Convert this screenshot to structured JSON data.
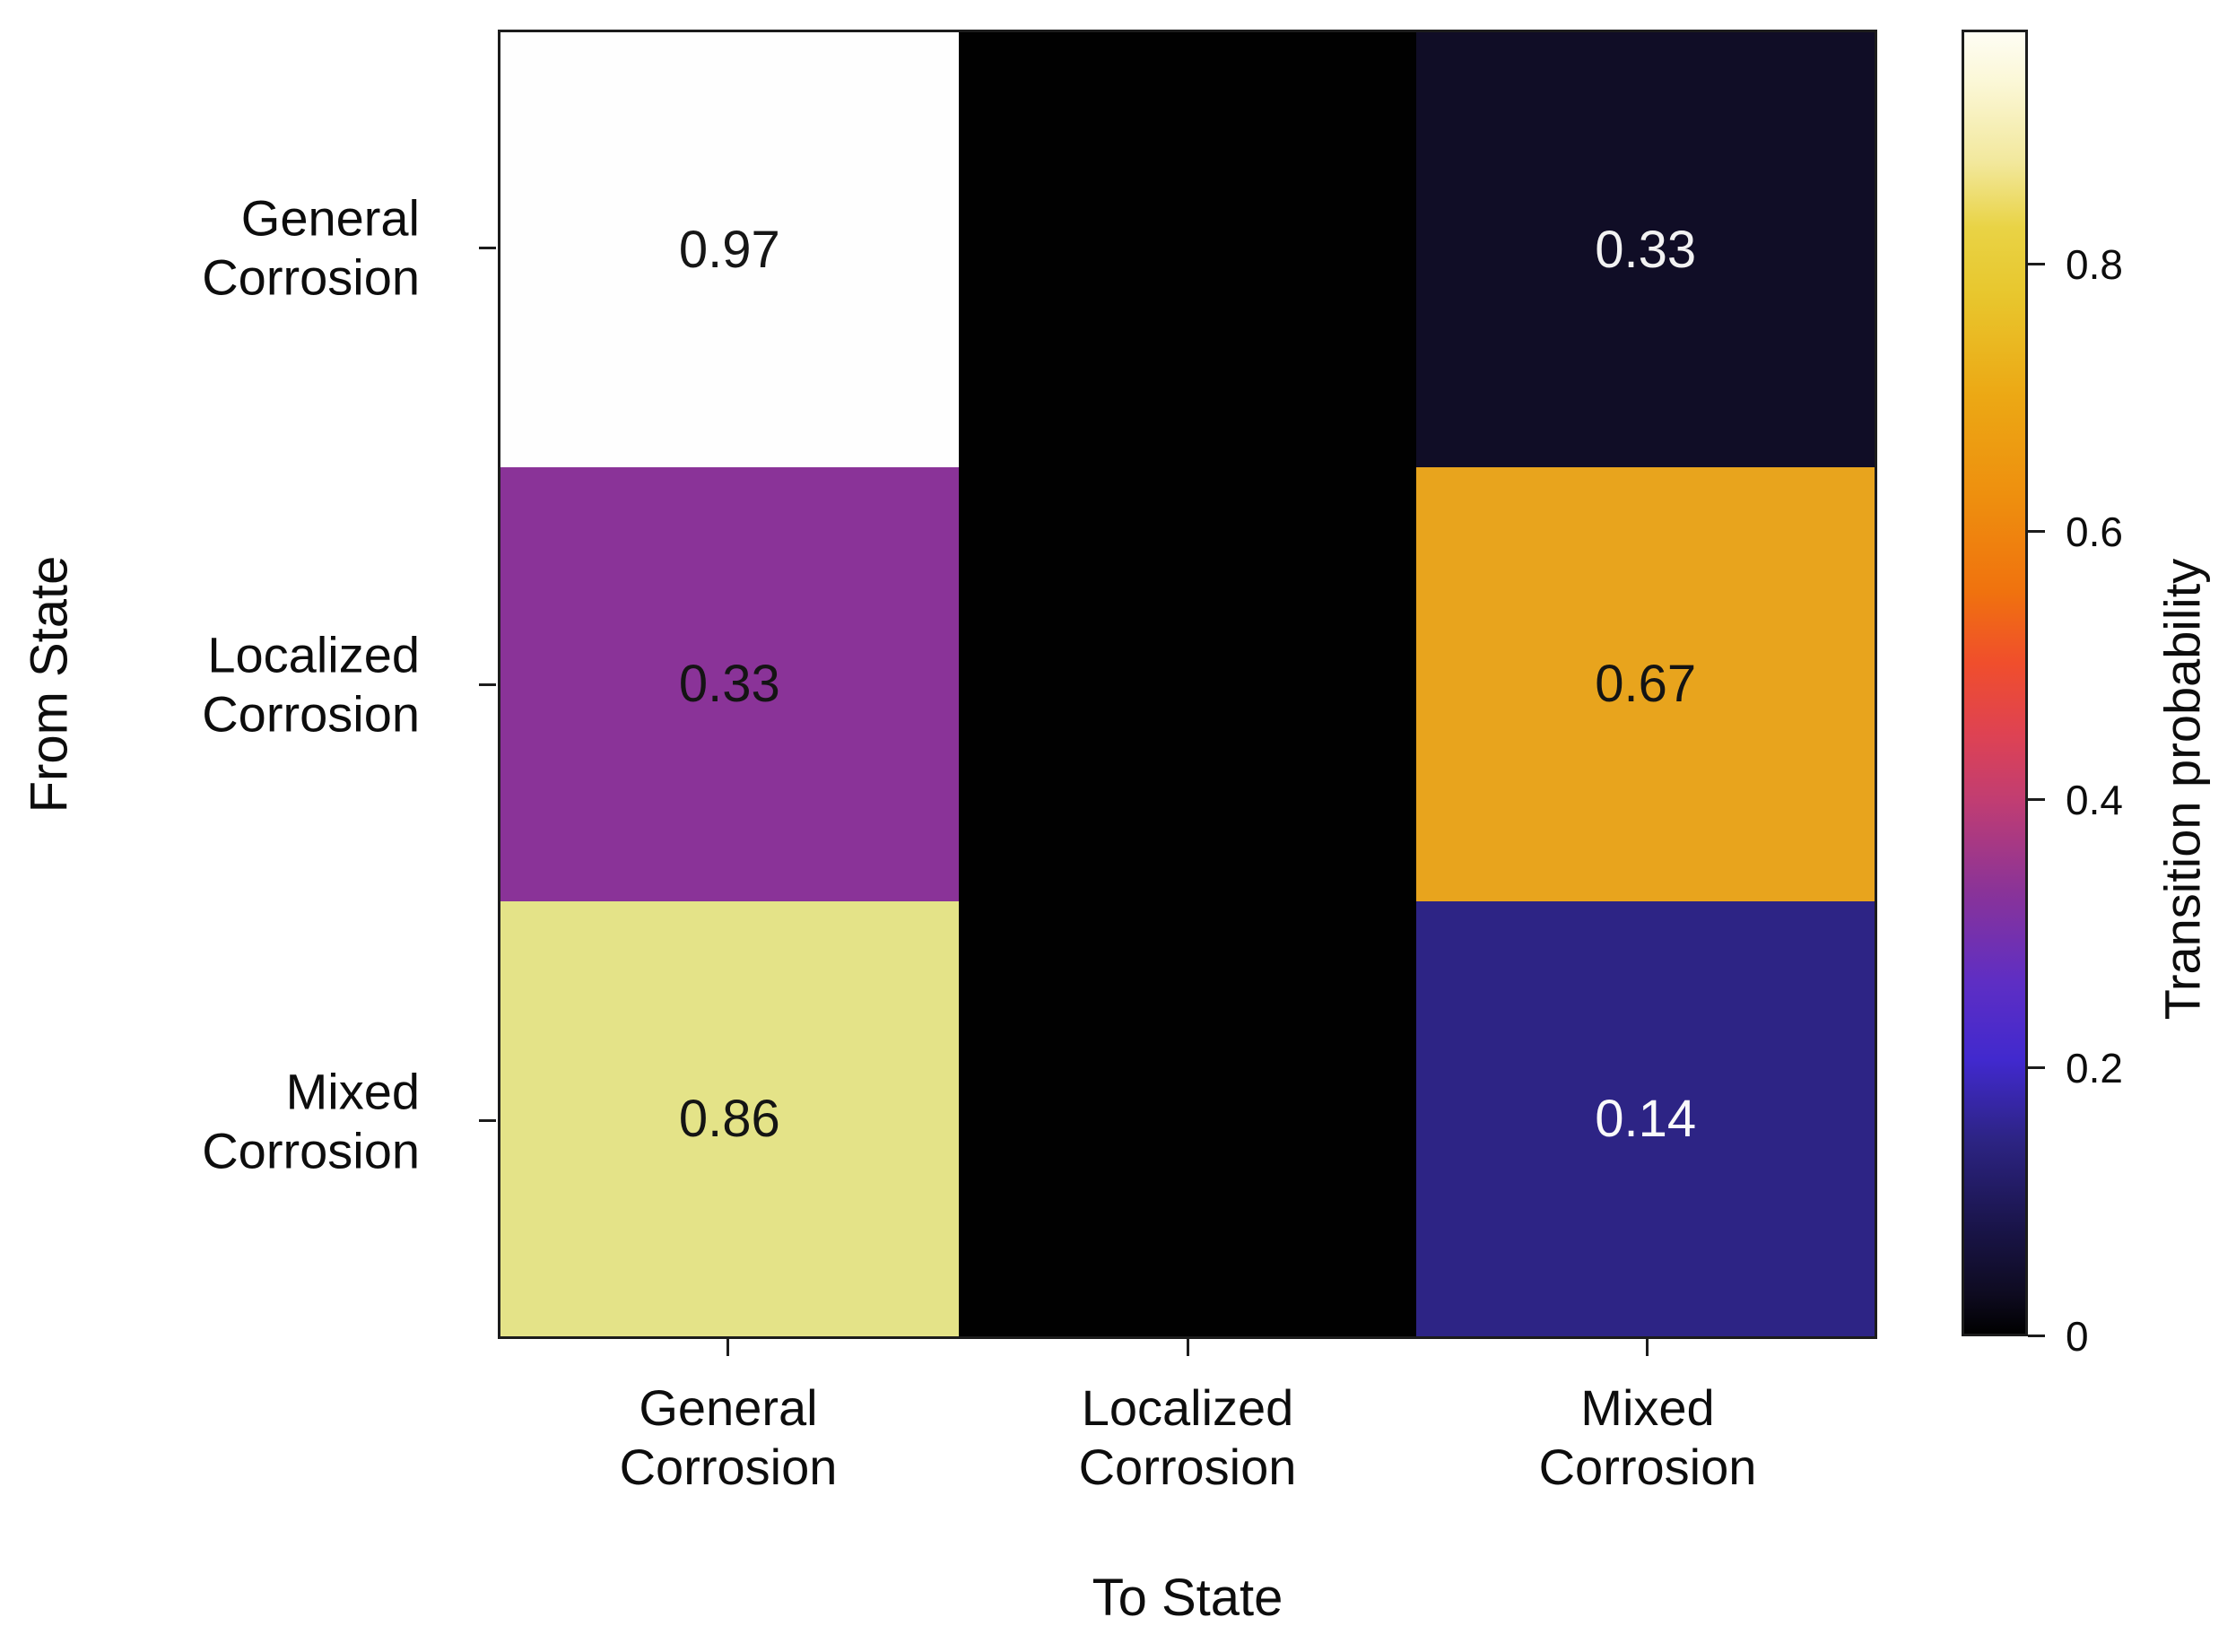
{
  "chart_data": {
    "type": "heatmap",
    "title": "",
    "xlabel": "To State",
    "ylabel": "From State",
    "x_tick_labels": [
      "General\nCorrosion",
      "Localized\nCorrosion",
      "Mixed\nCorrosion"
    ],
    "y_tick_labels": [
      "General\nCorrosion",
      "Localized\nCorrosion",
      "Mixed\nCorrosion"
    ],
    "cell_labels": [
      [
        "0.97",
        "",
        "0.33"
      ],
      [
        "0.33",
        "",
        "0.67"
      ],
      [
        "0.86",
        "",
        "0.14"
      ]
    ],
    "values": [
      [
        0.97,
        0.0,
        0.33
      ],
      [
        0.33,
        0.0,
        0.67
      ],
      [
        0.86,
        0.0,
        0.14
      ]
    ],
    "grid": false,
    "cells": [
      {
        "label": "0.97",
        "bg": "#fefefe",
        "fg": "#161616"
      },
      {
        "label": "",
        "bg": "#010101",
        "fg": "#ffffff"
      },
      {
        "label": "0.33",
        "bg": "#100d26",
        "fg": "#f2f2f2"
      },
      {
        "label": "0.33",
        "bg": "#8a3398",
        "fg": "#141414"
      },
      {
        "label": "",
        "bg": "#010101",
        "fg": "#ffffff"
      },
      {
        "label": "0.67",
        "bg": "#e8a41d",
        "fg": "#141414"
      },
      {
        "label": "0.86",
        "bg": "#e4e388",
        "fg": "#141414"
      },
      {
        "label": "",
        "bg": "#010101",
        "fg": "#ffffff"
      },
      {
        "label": "0.14",
        "bg": "#2d2485",
        "fg": "#fafafa"
      }
    ],
    "colorbar": {
      "label": "Transition probability",
      "position": "right",
      "tick_labels": [
        "0.8",
        "0.6",
        "0.4",
        "0.2",
        "0"
      ],
      "tick_values": [
        0.8,
        0.6,
        0.4,
        0.2,
        0
      ],
      "vmin": 0,
      "vmax": 0.975,
      "gradient_stops": [
        {
          "pos": 0.0,
          "color": "#000000"
        },
        {
          "pos": 0.03,
          "color": "#0e0b20"
        },
        {
          "pos": 0.08,
          "color": "#191448"
        },
        {
          "pos": 0.15,
          "color": "#2d2485"
        },
        {
          "pos": 0.21,
          "color": "#4129ce"
        },
        {
          "pos": 0.27,
          "color": "#5e2ec4"
        },
        {
          "pos": 0.34,
          "color": "#8a3398"
        },
        {
          "pos": 0.41,
          "color": "#c13d72"
        },
        {
          "pos": 0.46,
          "color": "#de4253"
        },
        {
          "pos": 0.515,
          "color": "#f04e2c"
        },
        {
          "pos": 0.57,
          "color": "#f0720e"
        },
        {
          "pos": 0.64,
          "color": "#ee8e0e"
        },
        {
          "pos": 0.72,
          "color": "#eca814"
        },
        {
          "pos": 0.8,
          "color": "#e8c72e"
        },
        {
          "pos": 0.85,
          "color": "#e9d345"
        },
        {
          "pos": 0.9,
          "color": "#f2e89c"
        },
        {
          "pos": 0.96,
          "color": "#fbf7d5"
        },
        {
          "pos": 1.0,
          "color": "#fefdf4"
        }
      ]
    }
  }
}
